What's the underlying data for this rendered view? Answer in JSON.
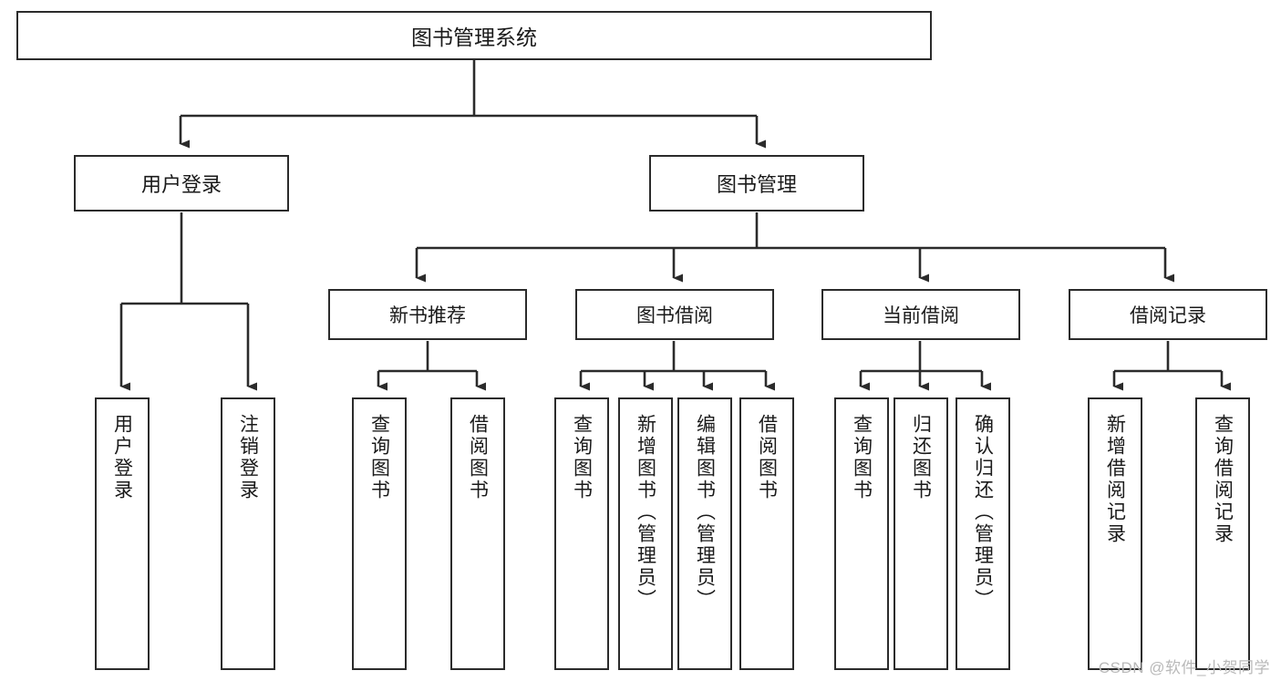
{
  "diagram": {
    "title": "图书管理系统",
    "type": "tree-hierarchy-diagram",
    "root": {
      "id": "root",
      "label": "图书管理系统"
    },
    "level1": [
      {
        "id": "user-login",
        "label": "用户登录"
      },
      {
        "id": "book-management",
        "label": "图书管理"
      }
    ],
    "level2": [
      {
        "id": "new-book-recommend",
        "label": "新书推荐",
        "parent": "book-management"
      },
      {
        "id": "book-borrow",
        "label": "图书借阅",
        "parent": "book-management"
      },
      {
        "id": "current-borrow",
        "label": "当前借阅",
        "parent": "book-management"
      },
      {
        "id": "borrow-record",
        "label": "借阅记录",
        "parent": "book-management"
      }
    ],
    "leaves": [
      {
        "id": "leaf-user-login",
        "label": "用户登录",
        "parent": "user-login"
      },
      {
        "id": "leaf-logout-login",
        "label": "注销登录",
        "parent": "user-login"
      },
      {
        "id": "leaf-query-book-1",
        "label": "查询图书",
        "parent": "new-book-recommend"
      },
      {
        "id": "leaf-borrow-book-1",
        "label": "借阅图书",
        "parent": "new-book-recommend"
      },
      {
        "id": "leaf-query-book-2",
        "label": "查询图书",
        "parent": "book-borrow"
      },
      {
        "id": "leaf-add-book",
        "label": "新增图书（管理员）",
        "parent": "book-borrow"
      },
      {
        "id": "leaf-edit-book",
        "label": "编辑图书（管理员）",
        "parent": "book-borrow"
      },
      {
        "id": "leaf-borrow-book-2",
        "label": "借阅图书",
        "parent": "book-borrow"
      },
      {
        "id": "leaf-query-book-3",
        "label": "查询图书",
        "parent": "current-borrow"
      },
      {
        "id": "leaf-return-book",
        "label": "归还图书",
        "parent": "current-borrow"
      },
      {
        "id": "leaf-confirm-return",
        "label": "确认归还（管理员）",
        "parent": "current-borrow"
      },
      {
        "id": "leaf-add-record",
        "label": "新增借阅记录",
        "parent": "borrow-record"
      },
      {
        "id": "leaf-query-record",
        "label": "查询借阅记录",
        "parent": "borrow-record"
      }
    ]
  },
  "watermark": {
    "text": "CSDN @软件_小贺同学"
  },
  "colors": {
    "stroke": "#2b2b2b",
    "background": "#ffffff",
    "text": "#1a1a1a",
    "watermark": "#b9b9b9"
  }
}
